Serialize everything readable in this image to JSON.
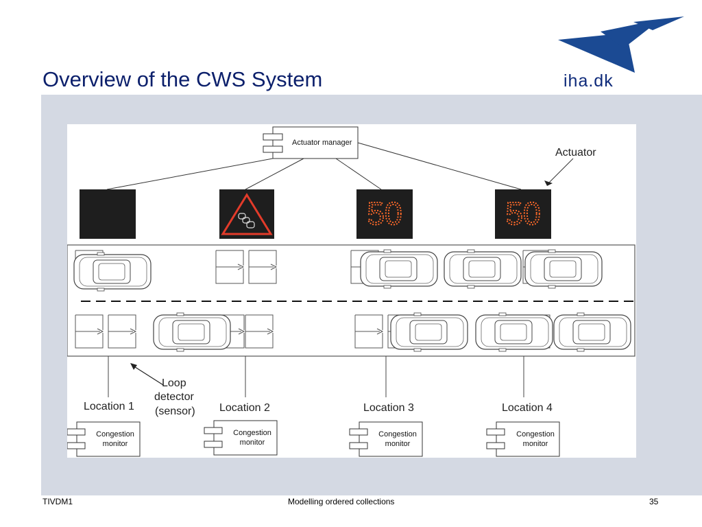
{
  "slide": {
    "title": "Overview of the CWS System",
    "logo_text": "iha.dk"
  },
  "diagram": {
    "actuator_manager": "Actuator manager",
    "actuator_label": "Actuator",
    "sign_speed": "50",
    "loop_detector": [
      "Loop",
      "detector",
      "(sensor)"
    ],
    "locations": [
      "Location 1",
      "Location 2",
      "Location 3",
      "Location 4"
    ],
    "monitor_label": [
      "Congestion",
      "monitor"
    ]
  },
  "footer": {
    "left": "TIVDM1",
    "center": "Modelling ordered collections",
    "page": "35"
  },
  "colors": {
    "title": "#0b1f6b",
    "panel": "#d4d9e3",
    "led": "#ff6a2a",
    "logo": "#1b4a93"
  }
}
